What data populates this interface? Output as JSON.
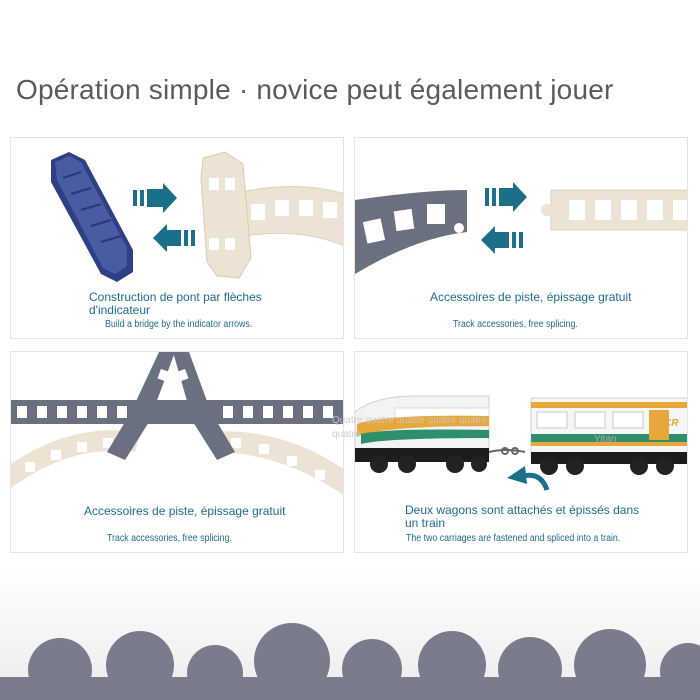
{
  "headline": "Opération simple · novice peut également jouer",
  "panels": [
    {
      "caption_fr": "Construction de pont par flèches d'indicateur",
      "caption_en": "Build a bridge by the indicator arrows."
    },
    {
      "caption_fr": "Accessoires de piste, épissage gratuit",
      "caption_en": "Track accessories, free splicing."
    },
    {
      "caption_fr": "Accessoires de piste, épissage gratuit",
      "caption_en": "Track accessories, free splicing."
    },
    {
      "caption_fr": "Deux wagons sont attachés et épissés dans un train",
      "caption_en": "The two carriages are fastened and spliced into a train."
    }
  ],
  "watermark": "Quatre quatre quatre quatre quatre quatre",
  "wagon_label": "Yitan",
  "wagon_badge": "CR",
  "colors": {
    "accent_teal": "#1b6f88",
    "track_grey": "#6b7080",
    "track_cream": "#ede3d4",
    "bridge_blue": "#3a4a8c",
    "cloud_grey": "#7a7c8c"
  }
}
